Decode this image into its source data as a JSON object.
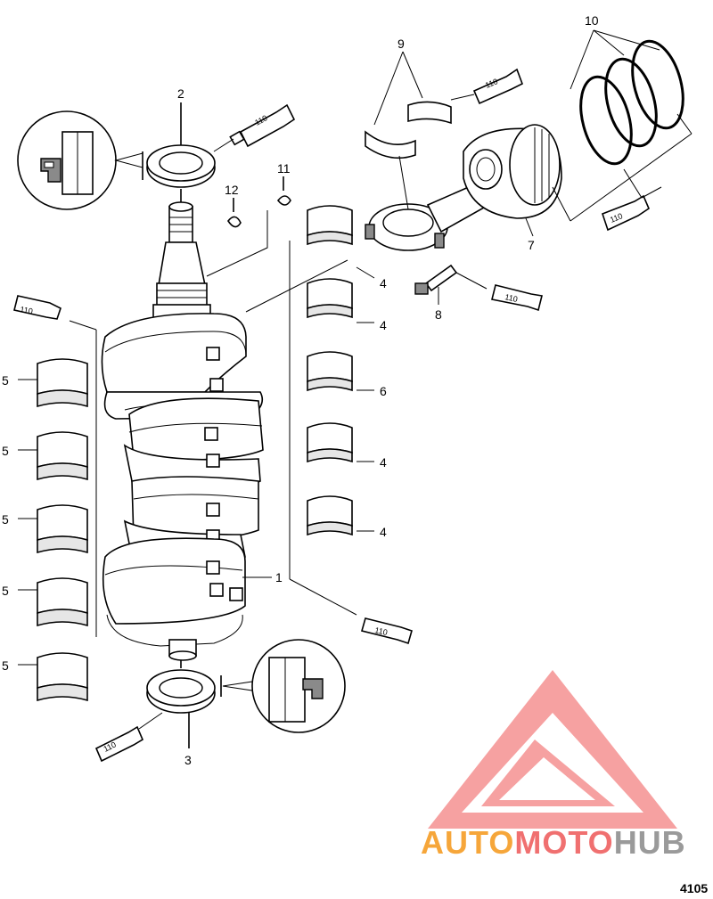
{
  "callouts": {
    "c1": "1",
    "c2": "2",
    "c3": "3",
    "c4a": "4",
    "c4b": "4",
    "c4c": "4",
    "c4d": "4",
    "c5a": "5",
    "c5b": "5",
    "c5c": "5",
    "c5d": "5",
    "c5e": "5",
    "c6": "6",
    "c7": "7",
    "c8": "8",
    "c9": "9",
    "c10": "10",
    "c11": "11",
    "c12": "12"
  },
  "sealant_label": "110",
  "figure_number": "4105",
  "watermark": {
    "part1": "AUTO",
    "part2": "MOTO",
    "part3": "HUB",
    "color_orange": "#f6a63a",
    "color_red": "#f07070",
    "color_gray": "#9a9a9a"
  }
}
